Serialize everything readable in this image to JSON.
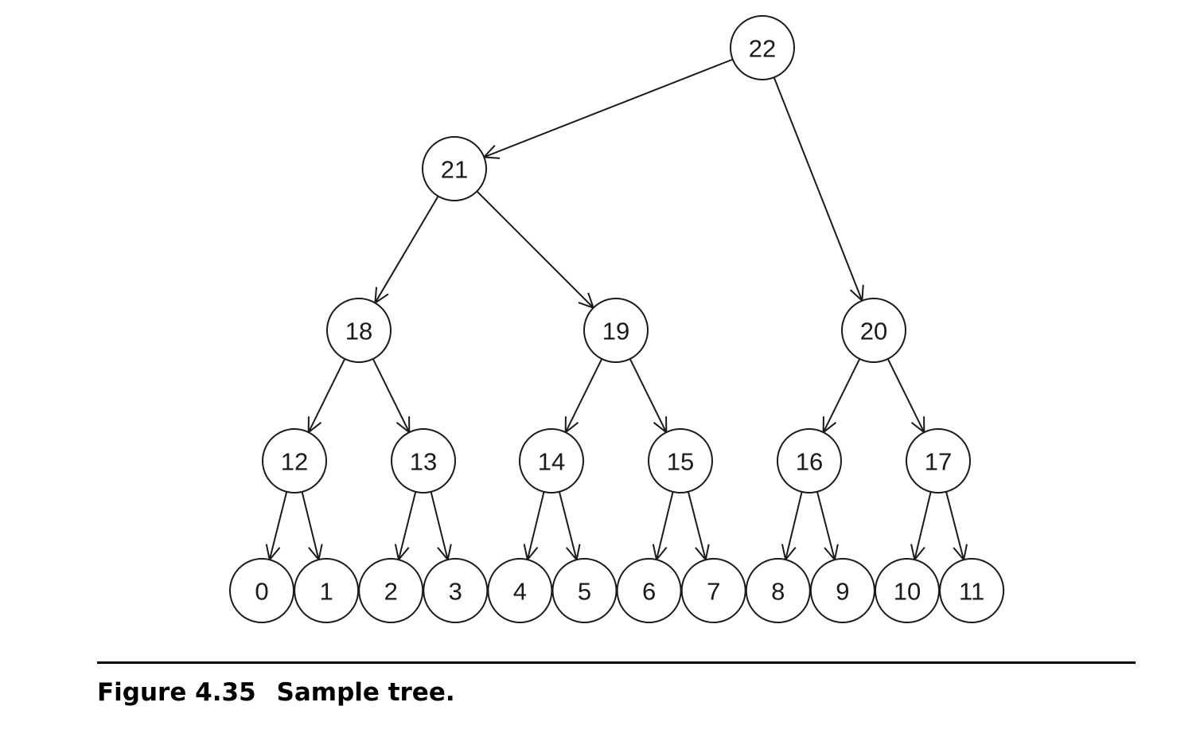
{
  "figure": {
    "label": "Figure 4.35",
    "title": "Sample tree."
  },
  "tree": {
    "root": "22",
    "nodes": [
      "22",
      "21",
      "20",
      "18",
      "19",
      "16",
      "17",
      "12",
      "13",
      "14",
      "15",
      "0",
      "1",
      "2",
      "3",
      "4",
      "5",
      "6",
      "7",
      "8",
      "9",
      "10",
      "11"
    ],
    "edges": [
      [
        "22",
        "21"
      ],
      [
        "22",
        "20"
      ],
      [
        "21",
        "18"
      ],
      [
        "21",
        "19"
      ],
      [
        "20",
        "16"
      ],
      [
        "20",
        "17"
      ],
      [
        "18",
        "12"
      ],
      [
        "18",
        "13"
      ],
      [
        "19",
        "14"
      ],
      [
        "19",
        "15"
      ],
      [
        "16",
        "8"
      ],
      [
        "16",
        "9"
      ],
      [
        "17",
        "10"
      ],
      [
        "17",
        "11"
      ],
      [
        "12",
        "0"
      ],
      [
        "12",
        "1"
      ],
      [
        "13",
        "2"
      ],
      [
        "13",
        "3"
      ],
      [
        "14",
        "4"
      ],
      [
        "14",
        "5"
      ],
      [
        "15",
        "6"
      ],
      [
        "15",
        "7"
      ]
    ]
  }
}
